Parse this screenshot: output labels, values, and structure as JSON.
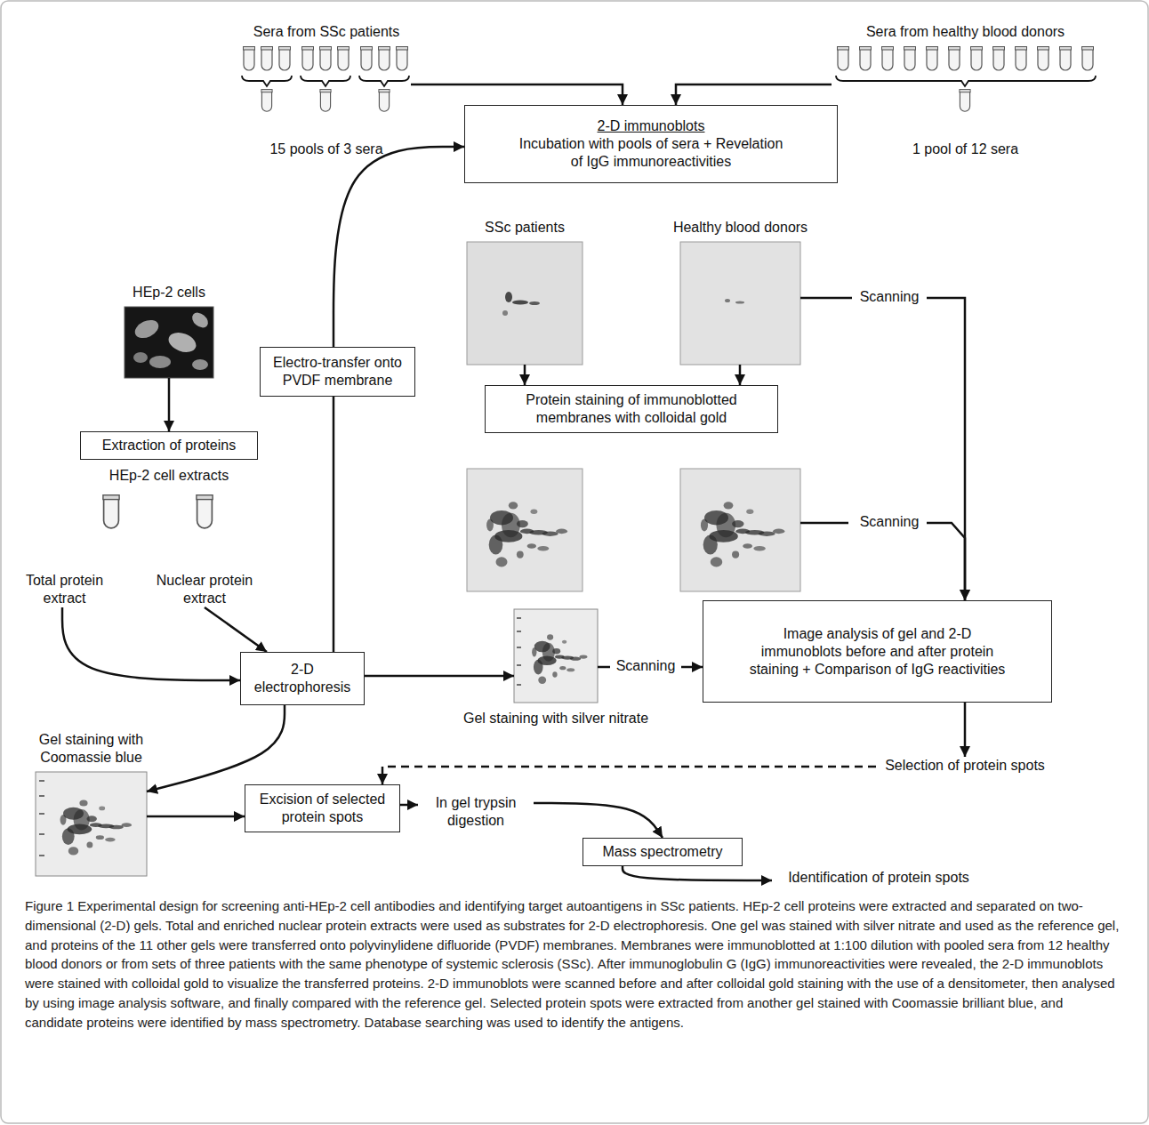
{
  "diagram": {
    "caption": "Figure 1 Experimental design for screening anti-HEp-2 cell antibodies and identifying target autoantigens in SSc patients. HEp-2 cell proteins were extracted and separated on two-dimensional (2-D) gels. Total and enriched nuclear protein extracts were used as substrates for 2-D electrophoresis. One gel was stained with silver nitrate and used as the reference gel, and proteins of the 11 other gels were transferred onto polyvinylidene difluoride (PVDF) membranes. Membranes were immunoblotted at 1:100 dilution with pooled sera from 12 healthy blood donors or from sets of three patients with the same phenotype of systemic sclerosis (SSc). After immunoglobulin G (IgG) immunoreactivities were revealed, the 2-D immunoblots were stained with colloidal gold to visualize the transferred proteins. 2-D immunoblots were scanned before and after colloidal gold staining with the use of a densitometer, then analysed by using image analysis software, and finally compared with the reference gel. Selected protein spots were extracted from another gel stained with Coomassie brilliant blue, and candidate proteins were identified by mass spectrometry. Database searching was used to identify the antigens.",
    "nodes": [
      {
        "text": [
          "Sera from SSc patients",
          "15 pools of 3 sera"
        ]
      },
      {
        "text": [
          "Sera from healthy blood donors",
          "1 pool of 12 sera"
        ]
      },
      {
        "text": [
          "2-D immunoblots",
          "Incubation with pools of sera + Revelation of IgG immunoreactivities"
        ]
      },
      {
        "text": [
          "HEp-2 cells"
        ]
      },
      {
        "text": [
          "Extraction of proteins"
        ]
      },
      {
        "text": [
          "HEp-2 cell extracts"
        ]
      },
      {
        "text": [
          "Total protein extract"
        ]
      },
      {
        "text": [
          "Nuclear protein extract"
        ]
      },
      {
        "text": [
          "Electro-transfer onto PVDF membrane"
        ]
      },
      {
        "text": [
          "2-D electrophoresis"
        ]
      },
      {
        "text": [
          "SSc patients"
        ]
      },
      {
        "text": [
          "Healthy blood donors"
        ]
      },
      {
        "text": [
          "Protein staining of immunoblotted membranes with colloidal gold"
        ]
      },
      {
        "text": [
          "Scanning"
        ]
      },
      {
        "text": [
          "Scanning"
        ]
      },
      {
        "text": [
          "Gel staining with silver nitrate"
        ]
      },
      {
        "text": [
          "Scanning"
        ]
      },
      {
        "text": [
          "Image analysis of gel and 2-D immunoblots before and after protein staining + Comparison of IgG reactivities"
        ]
      },
      {
        "text": [
          "Selection of protein spots"
        ]
      },
      {
        "text": [
          "Gel staining with Coomassie blue"
        ]
      },
      {
        "text": [
          "Excision of selected protein spots"
        ]
      },
      {
        "text": [
          "In gel trypsin digestion"
        ]
      },
      {
        "text": [
          "Mass spectrometry"
        ]
      },
      {
        "text": [
          "Identification of protein spots"
        ]
      }
    ],
    "edges": [
      {
        "from": 0,
        "to": 2,
        "arrow": "to"
      },
      {
        "from": 1,
        "to": 2,
        "arrow": "to"
      },
      {
        "from": 3,
        "to": 4,
        "arrow": "to"
      },
      {
        "from": 6,
        "to": 9,
        "arrow": "to"
      },
      {
        "from": 7,
        "to": 9,
        "arrow": "to"
      },
      {
        "from": 9,
        "to": 8,
        "arrow": "none"
      },
      {
        "from": 8,
        "to": 2,
        "arrow": "to"
      },
      {
        "from": 10,
        "to": 12,
        "arrow": "to"
      },
      {
        "from": 11,
        "to": 12,
        "arrow": "to"
      },
      {
        "from": 11,
        "to": 13,
        "arrow": "none"
      },
      {
        "from": 13,
        "to": 17,
        "arrow": "to"
      },
      {
        "from": 14,
        "to": 17,
        "arrow": "to"
      },
      {
        "from": 9,
        "to": 15,
        "arrow": "to"
      },
      {
        "from": 15,
        "to": 16,
        "arrow": "none"
      },
      {
        "from": 16,
        "to": 17,
        "arrow": "to"
      },
      {
        "from": 17,
        "to": 18,
        "arrow": "to"
      },
      {
        "from": 18,
        "to": 20,
        "arrow": "to"
      },
      {
        "from": 9,
        "to": 19,
        "arrow": "to"
      },
      {
        "from": 19,
        "to": 20,
        "arrow": "to"
      },
      {
        "from": 20,
        "to": 21,
        "arrow": "to"
      },
      {
        "from": 21,
        "to": 22,
        "arrow": "to"
      },
      {
        "from": 22,
        "to": 23,
        "arrow": "to"
      }
    ]
  }
}
